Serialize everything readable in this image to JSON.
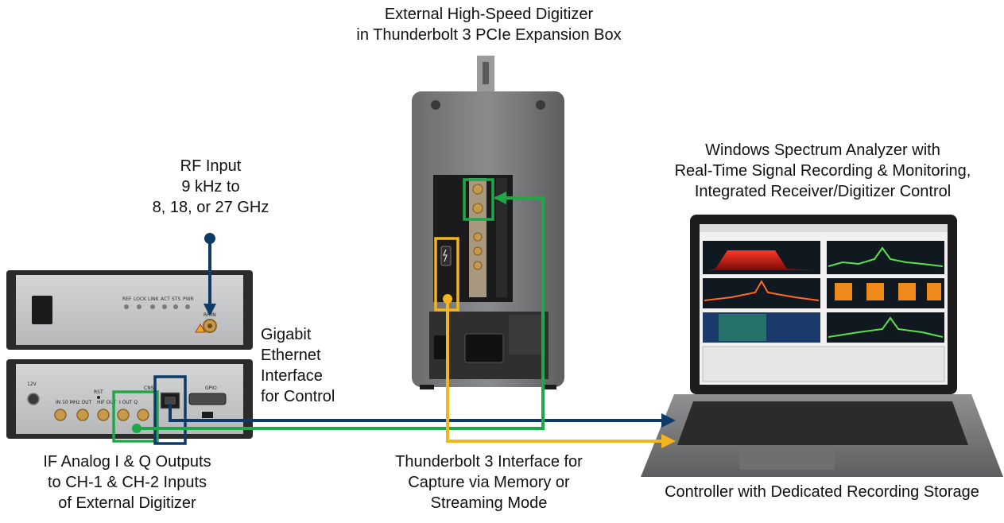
{
  "captions": {
    "digitizer": [
      "External High-Speed Digitizer",
      "in Thunderbolt 3 PCIe Expansion Box"
    ],
    "rf_input": [
      "RF Input",
      "9 kHz to",
      "8, 18, or 27 GHz"
    ],
    "analyzer": [
      "Windows Spectrum Analyzer with",
      "Real-Time Signal Recording & Monitoring,",
      "Integrated Receiver/Digitizer Control"
    ],
    "ethernet": [
      "Gigabit",
      "Ethernet",
      "Interface",
      "for Control"
    ],
    "if_outputs": [
      "IF Analog I & Q Outputs",
      "to CH-1 & CH-2 Inputs",
      "of External Digitizer"
    ],
    "thunderbolt": [
      "Thunderbolt 3 Interface for",
      "Capture via Memory or",
      "Streaming Mode"
    ],
    "controller": [
      "Controller with Dedicated Recording Storage"
    ]
  },
  "receiver_front_panel": {
    "led_labels": [
      "REF",
      "LOCK",
      "LINK",
      "ACT",
      "STS",
      "PWR"
    ],
    "rf_in_label": "RF IN"
  },
  "receiver_rear_panel": {
    "power_label": "12V",
    "ref_label": "IN  10 MHz  OUT",
    "rst_label": "RST",
    "hif_label": "HIF OUT",
    "iq_label": "I   OUT   Q",
    "console_label": "CNSL",
    "gpio_label": "GPIO"
  },
  "colors": {
    "rf_line": "#0d3a66",
    "ethernet_line": "#0d3a66",
    "iq_line": "#1fa84a",
    "thunderbolt_line": "#f2b51b",
    "device_dark": "#2c2c2c",
    "panel_grey": "#c9cacb"
  },
  "icons": [
    "arrow-right-icon",
    "connection-dot-icon",
    "thunderbolt-icon",
    "ethernet-port-icon"
  ]
}
